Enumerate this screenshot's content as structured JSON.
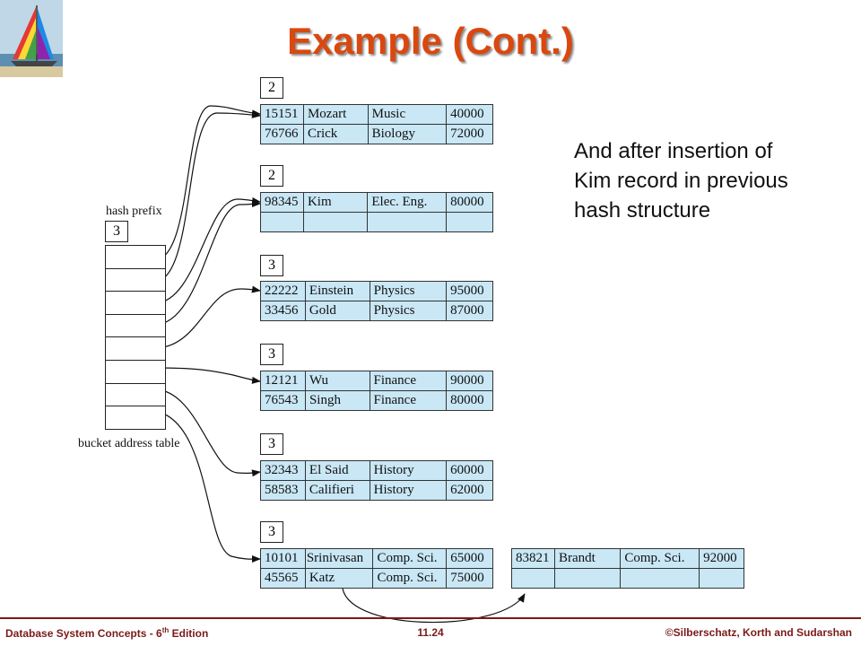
{
  "slide": {
    "title": "Example (Cont.)",
    "caption_lines": [
      "And after insertion of",
      "Kim record in previous",
      "hash structure"
    ]
  },
  "diagram": {
    "hash_prefix_label": "hash prefix",
    "global_depth": "3",
    "bucket_address_table_label": "bucket address table",
    "buckets": [
      {
        "local_depth": "2",
        "rows": [
          [
            "15151",
            "Mozart",
            "Music",
            "40000"
          ],
          [
            "76766",
            "Crick",
            "Biology",
            "72000"
          ]
        ]
      },
      {
        "local_depth": "2",
        "rows": [
          [
            "98345",
            "Kim",
            "Elec. Eng.",
            "80000"
          ],
          [
            "",
            "",
            "",
            ""
          ]
        ]
      },
      {
        "local_depth": "3",
        "rows": [
          [
            "22222",
            "Einstein",
            "Physics",
            "95000"
          ],
          [
            "33456",
            "Gold",
            "Physics",
            "87000"
          ]
        ]
      },
      {
        "local_depth": "3",
        "rows": [
          [
            "12121",
            "Wu",
            "Finance",
            "90000"
          ],
          [
            "76543",
            "Singh",
            "Finance",
            "80000"
          ]
        ]
      },
      {
        "local_depth": "3",
        "rows": [
          [
            "32343",
            "El Said",
            "History",
            "60000"
          ],
          [
            "58583",
            "Califieri",
            "History",
            "62000"
          ]
        ]
      },
      {
        "local_depth": "3",
        "rows": [
          [
            "10101",
            "Srinivasan",
            "Comp. Sci.",
            "65000"
          ],
          [
            "45565",
            "Katz",
            "Comp. Sci.",
            "75000"
          ]
        ]
      }
    ],
    "overflow_bucket": {
      "rows": [
        [
          "83821",
          "Brandt",
          "Comp. Sci.",
          "92000"
        ],
        [
          "",
          "",
          "",
          ""
        ]
      ]
    }
  },
  "footer": {
    "left": "Database  System Concepts  - 6",
    "left_sup": "th",
    "left_tail": " Edition",
    "center": "11.24",
    "right": "©Silberschatz, Korth and Sudarshan"
  },
  "colors": {
    "title": "#d9480f",
    "bucket_fill": "#c9e7f5",
    "footer": "#7a1a1a"
  }
}
